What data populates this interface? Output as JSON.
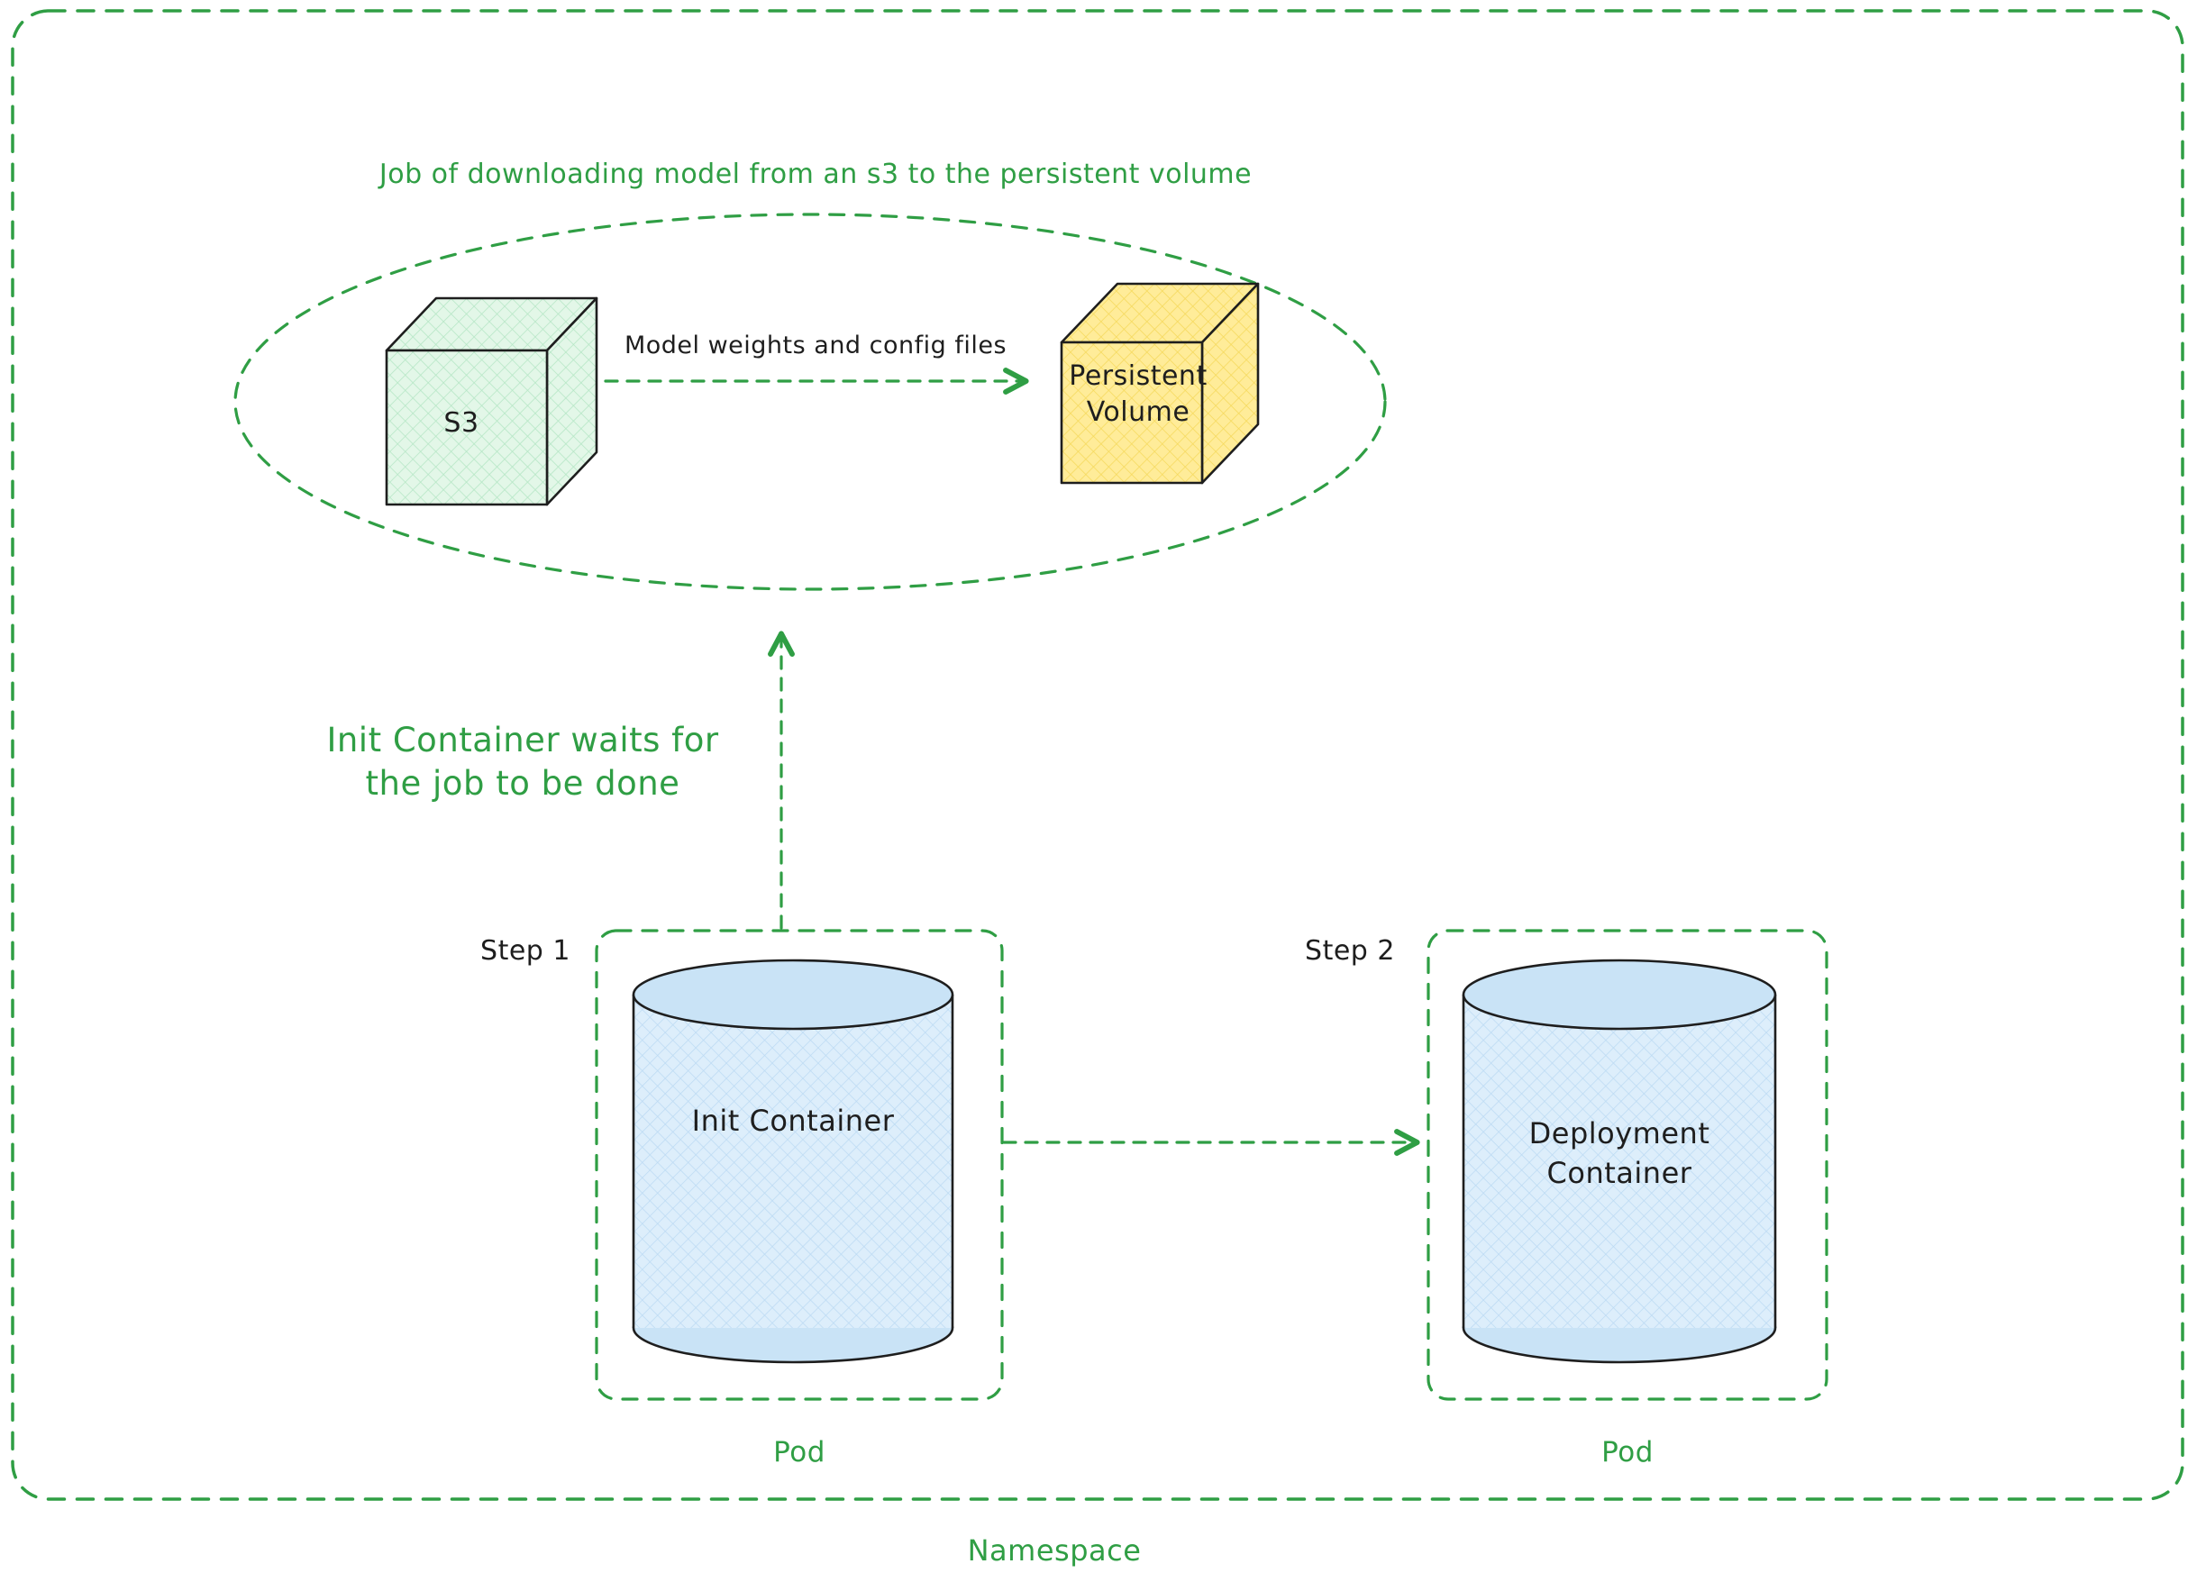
{
  "namespace_label": "Namespace",
  "job": {
    "title": "Job of downloading model from an s3 to the persistent volume",
    "s3_label": "S3",
    "pv_label_line1": "Persistent",
    "pv_label_line2": "Volume",
    "arrow_label": "Model weights and config files"
  },
  "wait_note": {
    "line1": "Init Container waits for",
    "line2": "the job to be done"
  },
  "pod1": {
    "step_label": "Step 1",
    "container_label": "Init Container",
    "pod_label": "Pod"
  },
  "pod2": {
    "step_label": "Step 2",
    "container_label_line1": "Deployment",
    "container_label_line2": "Container",
    "pod_label": "Pod"
  },
  "colors": {
    "accent_green": "#2f9e44",
    "ink": "#1e1e1e",
    "s3_fill": "#e3f7e8",
    "pv_fill": "#ffec99",
    "container_fill": "#ddeefb",
    "background": "#ffffff"
  }
}
